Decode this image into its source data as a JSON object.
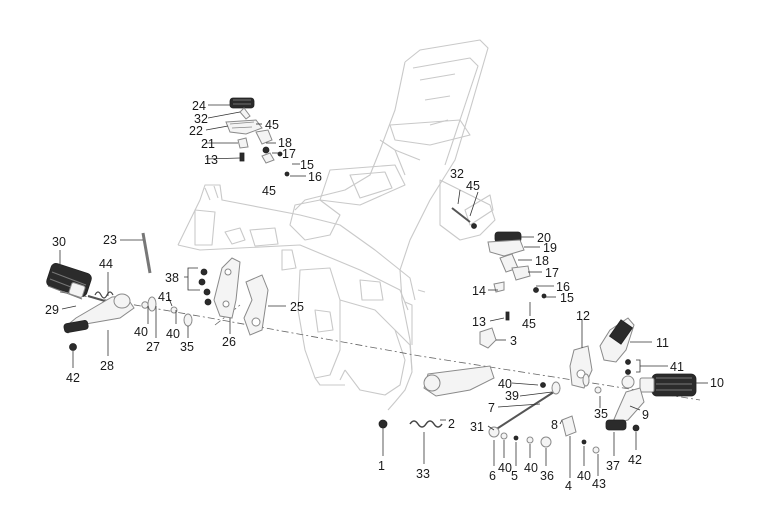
{
  "diagram": {
    "labels": {
      "l1": "1",
      "l2": "2",
      "l3": "3",
      "l4": "4",
      "l5": "5",
      "l6": "6",
      "l7": "7",
      "l8": "8",
      "l9": "9",
      "l10": "10",
      "l11": "11",
      "l12": "12",
      "l13a": "13",
      "l13b": "13",
      "l14": "14",
      "l15a": "15",
      "l15b": "15",
      "l16a": "16",
      "l16b": "16",
      "l17a": "17",
      "l17b": "17",
      "l18a": "18",
      "l18b": "18",
      "l19": "19",
      "l20": "20",
      "l21": "21",
      "l22": "22",
      "l23": "23",
      "l24": "24",
      "l25": "25",
      "l26": "26",
      "l27": "27",
      "l28": "28",
      "l29": "29",
      "l30": "30",
      "l31": "31",
      "l32a": "32",
      "l32b": "32",
      "l33": "33",
      "l35a": "35",
      "l35b": "35",
      "l36": "36",
      "l37": "37",
      "l38": "38",
      "l39": "39",
      "l40a": "40",
      "l40b": "40",
      "l40c": "40",
      "l40d": "40",
      "l40e": "40",
      "l40f": "40",
      "l41a": "41",
      "l41b": "41",
      "l42a": "42",
      "l42b": "42",
      "l43": "43",
      "l44": "44",
      "l45a": "45",
      "l45b": "45",
      "l45c": "45",
      "l45d": "45"
    }
  }
}
